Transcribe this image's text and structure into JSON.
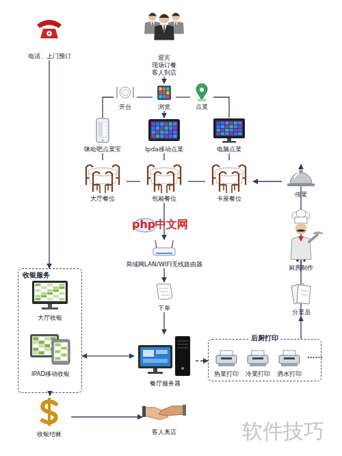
{
  "diagram": {
    "nodes": [
      {
        "text": [
          "电话、上门预订"
        ]
      },
      {
        "text": [
          "迎宾 现场订餐 客人到店"
        ]
      },
      {
        "text": [
          "开台"
        ]
      },
      {
        "text": [
          "浏览"
        ]
      },
      {
        "text": [
          "点菜"
        ]
      },
      {
        "text": [
          "咪哈吧点菜宝"
        ]
      },
      {
        "text": [
          "Ipda移动点菜"
        ]
      },
      {
        "text": [
          "电脑点菜"
        ]
      },
      {
        "text": [
          "大厅餐位"
        ]
      },
      {
        "text": [
          "包厢餐位"
        ]
      },
      {
        "text": [
          "卡座餐位"
        ]
      },
      {
        "text": [
          "传菜"
        ]
      },
      {
        "text": [
          "厨房制作"
        ]
      },
      {
        "text": [
          "局域网LAN/WIFI无线路由器"
        ]
      },
      {
        "text": [
          "下单"
        ]
      },
      {
        "text": [
          "分菜员"
        ]
      },
      {
        "text": [
          "收银服务"
        ]
      },
      {
        "text": [
          "大厅收银"
        ],
        "in": 16
      },
      {
        "text": [
          "IPAD移动收银"
        ],
        "in": 16
      },
      {
        "text": [
          "餐厅服务器"
        ]
      },
      {
        "text": [
          "后厨打印"
        ]
      },
      {
        "text": [
          "热菜打印"
        ],
        "in": 20
      },
      {
        "text": [
          "冷菜打印"
        ],
        "in": 20
      },
      {
        "text": [
          "酒水打印"
        ],
        "in": 20
      },
      {
        "text": [
          "收银结账"
        ]
      },
      {
        "text": [
          "客人离店"
        ]
      }
    ],
    "edges": [
      {
        "from": 1,
        "to": 3,
        "arrow": "to"
      },
      {
        "from": 2,
        "to": 3,
        "arrow": "none"
      },
      {
        "from": 3,
        "to": 4,
        "arrow": "none"
      },
      {
        "from": 2,
        "to": 5,
        "arrow": "none"
      },
      {
        "from": 3,
        "to": 6,
        "arrow": "to"
      },
      {
        "from": 4,
        "to": 7,
        "arrow": "none"
      },
      {
        "from": 5,
        "to": 8,
        "arrow": "none"
      },
      {
        "from": 6,
        "to": 9,
        "arrow": "none"
      },
      {
        "from": 7,
        "to": 10,
        "arrow": "none"
      },
      {
        "from": 8,
        "to": 9,
        "arrow": "none"
      },
      {
        "from": 9,
        "to": 10,
        "arrow": "none"
      },
      {
        "from": 11,
        "to": 10,
        "arrow": "to"
      },
      {
        "from": 9,
        "to": 13,
        "arrow": "to"
      },
      {
        "from": 13,
        "to": 14,
        "arrow": "to"
      },
      {
        "from": 14,
        "to": 19,
        "arrow": "to"
      },
      {
        "from": 0,
        "to": 16,
        "arrow": "to"
      },
      {
        "from": 16,
        "to": 19,
        "arrow": "both"
      },
      {
        "from": 19,
        "to": 20,
        "arrow": "to"
      },
      {
        "from": 20,
        "to": 15,
        "arrow": "to"
      },
      {
        "from": 15,
        "to": 12,
        "arrow": "to"
      },
      {
        "from": 12,
        "to": 11,
        "arrow": "to"
      },
      {
        "from": 16,
        "to": 24,
        "arrow": "to"
      },
      {
        "from": 24,
        "to": 25,
        "arrow": "to"
      }
    ],
    "labels": [
      "php中文网",
      "......",
      "软件技巧"
    ]
  }
}
